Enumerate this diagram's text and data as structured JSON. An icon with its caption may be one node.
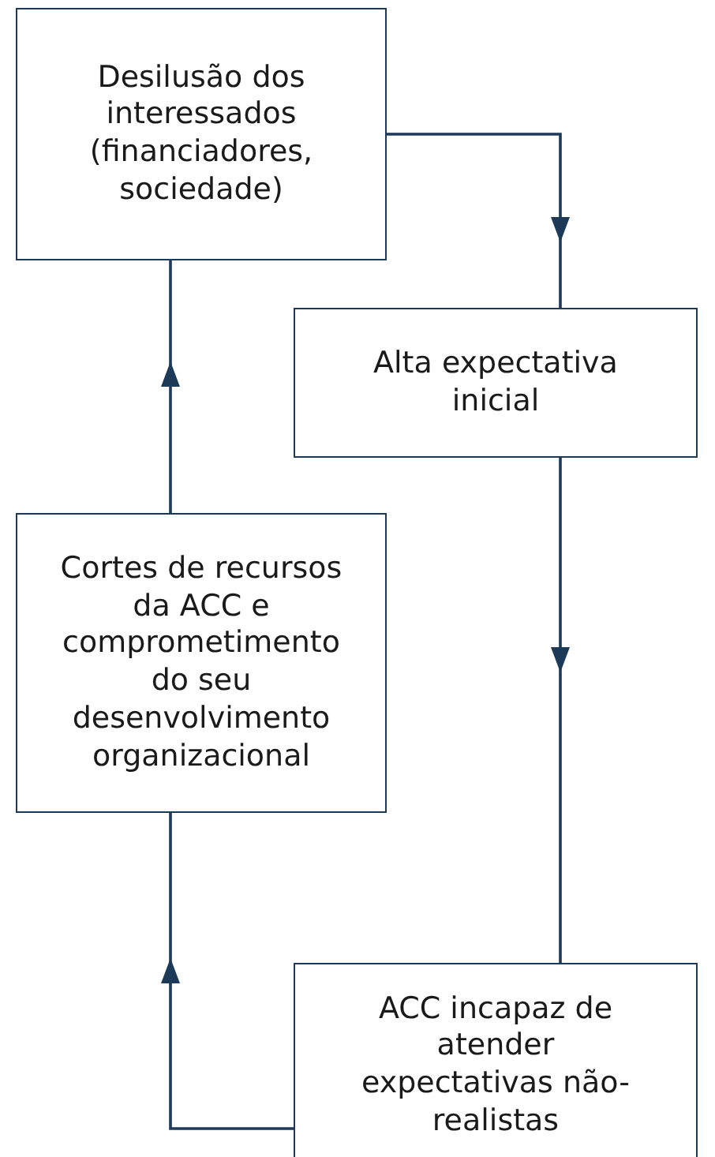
{
  "diagram": {
    "nodes": [
      {
        "text": [
          "Desilusão dos interessados (financiadores, sociedade)"
        ]
      },
      {
        "text": [
          "Alta expectativa inicial"
        ]
      },
      {
        "text": [
          "Cortes de recursos da ACC e comprometimento do seu desenvolvimento organizacional"
        ]
      },
      {
        "text": [
          "ACC incapaz de atender expectativas não-realistas"
        ]
      }
    ],
    "edges": [
      {
        "from": 0,
        "to": 1,
        "arrow": "to"
      },
      {
        "from": 1,
        "to": 3,
        "arrow": "to"
      },
      {
        "from": 3,
        "to": 2,
        "arrow": "to"
      },
      {
        "from": 2,
        "to": 0,
        "arrow": "to"
      }
    ]
  }
}
